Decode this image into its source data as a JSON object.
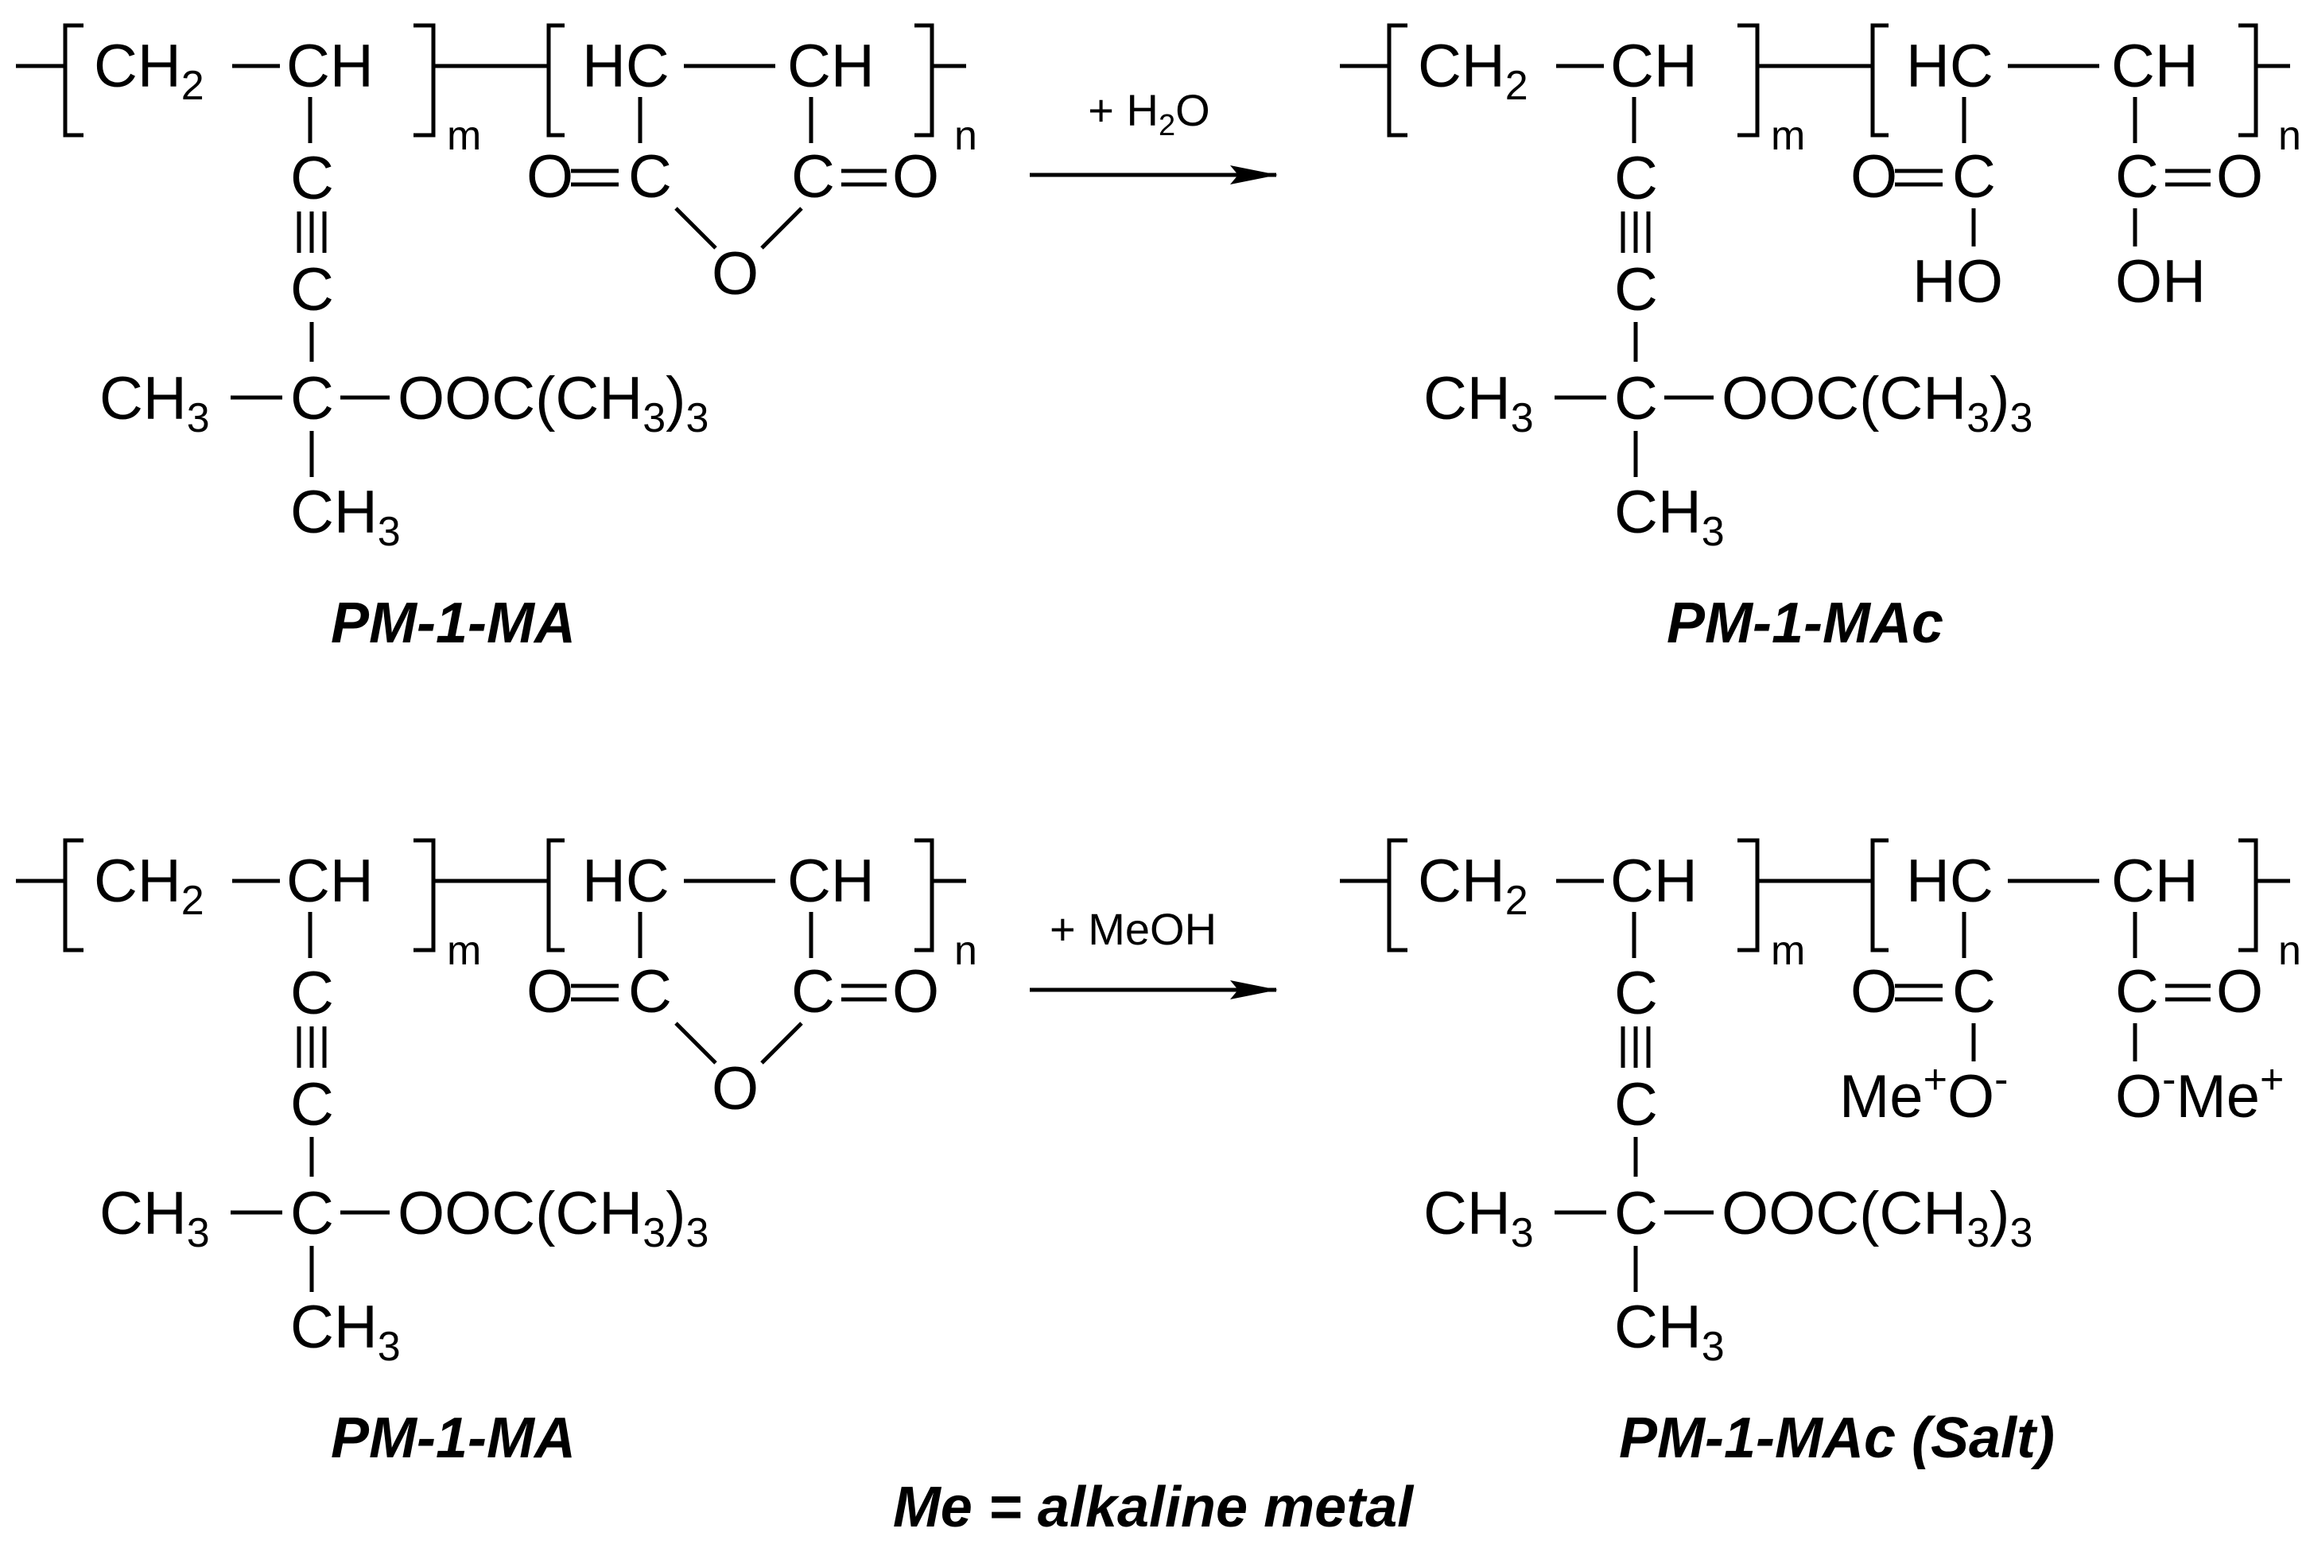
{
  "reactions": [
    {
      "reactant_label": "PM-1-MA",
      "reagent": {
        "plus": "+ ",
        "text": "H",
        "sub": "2",
        "tail": "O"
      },
      "product_label": "PM-1-MAc",
      "product_type": "acid"
    },
    {
      "reactant_label": "PM-1-MA",
      "reagent": {
        "plus": "+ ",
        "text": "MeOH",
        "sub": "",
        "tail": ""
      },
      "product_label": "PM-1-MAc (Salt)",
      "product_type": "salt"
    }
  ],
  "atoms": {
    "ch2": "CH",
    "ch": "CH",
    "hc": "HC",
    "c": "C",
    "o": "O",
    "ch3": "CH",
    "sub3": "3",
    "sub2": "2",
    "ooc": "OOC(CH",
    "close_paren": ")",
    "oh": "OH",
    "ho": "HO",
    "me": "Me",
    "plus": "+",
    "minus": "-",
    "m": "m",
    "n": "n"
  },
  "footnote": "Me = alkaline metal"
}
